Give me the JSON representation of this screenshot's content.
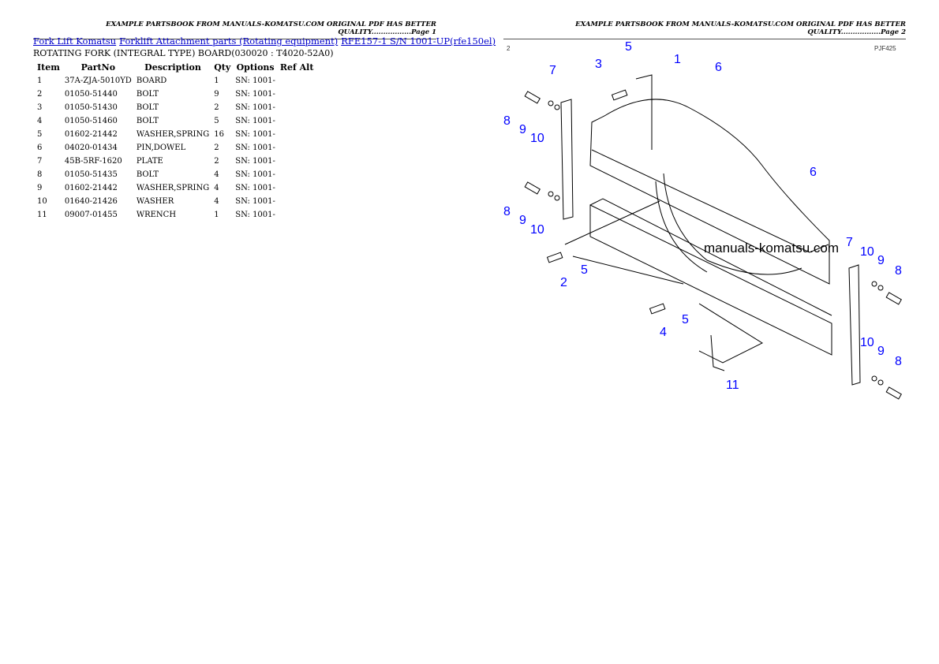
{
  "page1": {
    "header": "EXAMPLE PARTSBOOK FROM MANUALS-KOMATSU.COM ORIGINAL PDF HAS BETTER QUALITY.................Page 1",
    "breadcrumb": [
      "Fork Lift Komatsu",
      "Forklift Attachment parts (Rotating equipment)",
      "RFE157-1 S/N 1001-UP(rfe150el)"
    ],
    "subtitle": "ROTATING FORK (INTEGRAL TYPE) BOARD(030020 : T4020-52A0)",
    "columns": [
      "Item",
      "PartNo",
      "Description",
      "Qty",
      "Options",
      "Ref Alt"
    ],
    "rows": [
      [
        "1",
        "37A-ZJA-5010YD",
        "BOARD",
        "1",
        "SN: 1001-"
      ],
      [
        "2",
        "01050-51440",
        "BOLT",
        "9",
        "SN: 1001-"
      ],
      [
        "3",
        "01050-51430",
        "BOLT",
        "2",
        "SN: 1001-"
      ],
      [
        "4",
        "01050-51460",
        "BOLT",
        "5",
        "SN: 1001-"
      ],
      [
        "5",
        "01602-21442",
        "WASHER,SPRING",
        "16",
        "SN: 1001-"
      ],
      [
        "6",
        "04020-01434",
        "PIN,DOWEL",
        "2",
        "SN: 1001-"
      ],
      [
        "7",
        "45B-5RF-1620",
        "PLATE",
        "2",
        "SN: 1001-"
      ],
      [
        "8",
        "01050-51435",
        "BOLT",
        "4",
        "SN: 1001-"
      ],
      [
        "9",
        "01602-21442",
        "WASHER,SPRING",
        "4",
        "SN: 1001-"
      ],
      [
        "10",
        "01640-21426",
        "WASHER",
        "4",
        "SN: 1001-"
      ],
      [
        "11",
        "09007-01455",
        "WRENCH",
        "1",
        "SN: 1001-"
      ]
    ]
  },
  "page2": {
    "header": "EXAMPLE PARTSBOOK FROM MANUALS-KOMATSU.COM ORIGINAL PDF HAS BETTER QUALITY.................Page 2",
    "corner_left": "2",
    "corner_right": "PJF425",
    "watermark": "manuals-komatsu.com",
    "callouts": [
      "5",
      "1",
      "3",
      "7",
      "6",
      "8",
      "9",
      "10",
      "6",
      "8",
      "9",
      "10",
      "7",
      "10",
      "9",
      "8",
      "2",
      "5",
      "5",
      "4",
      "10",
      "9",
      "8",
      "11"
    ]
  }
}
